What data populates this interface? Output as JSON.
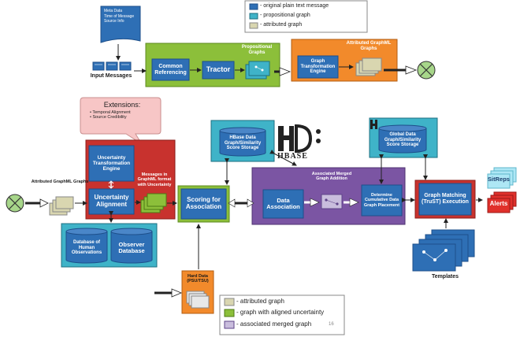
{
  "legend_top": {
    "items": [
      {
        "label": "- original plain text message"
      },
      {
        "label": "- propositional graph"
      },
      {
        "label": "- attributed graph"
      }
    ]
  },
  "legend_bottom": {
    "items": [
      {
        "label": "- attributed graph"
      },
      {
        "label": "- graph with aligned uncertainty"
      },
      {
        "label": "- associated merged graph"
      }
    ],
    "page_number": "16"
  },
  "doc_lines": [
    "Meta Data",
    "Time of Message",
    "Source Info"
  ],
  "labels": {
    "input_messages": "Input Messages",
    "common_referencing": "Common Referencing",
    "tractor": "Tractor",
    "propositional_graphs": "Propositional Graphs",
    "attributed_graphml_top": "Attributed GraphML Graphs",
    "graph_transformation_engine": "Graph Transformation Engine",
    "extensions_title": "Extensions:",
    "extensions_items": [
      "Temporal Alignment",
      "Source Credibility"
    ],
    "attributed_graphml_left": "Attributed GraphML Graphs",
    "uncertainty_transformation_engine": "Uncertainty Transformation Engine",
    "uncertainty_alignment": "Uncertainty Alignment",
    "messages_graphml": "Messages in GraphML format with Uncertainty",
    "database_human_obs": "Database of Human Observations",
    "observer_database": "Observer Database",
    "scoring_association": "Scoring for Association",
    "hbase_storage": "HBase Data Graph/Similarity Score Storage",
    "hbase_logo_text": "HBASE",
    "data_association": "Data Association",
    "associated_merged_graph_addition": "Associated Merged Graph Addition",
    "determine_cumulative": "Determine Cumulative Data Graph Placement",
    "global_storage": "Global Data Graph/Similarity Score Storage",
    "graph_matching": "Graph Matching (TruST) Execution",
    "sitreps": "SitReps",
    "alerts": "Alerts",
    "templates": "Templates",
    "hard_data": "Hard Data (PSU/TSU)"
  },
  "colors": {
    "green_region": "#8cbf3a",
    "orange_region": "#f28a2b",
    "red_region": "#c8322e",
    "purple_region": "#7b55a3",
    "teal_region": "#3fb3c8",
    "blue_box": "#2e6fb5",
    "callout": "#f7c6c6"
  }
}
